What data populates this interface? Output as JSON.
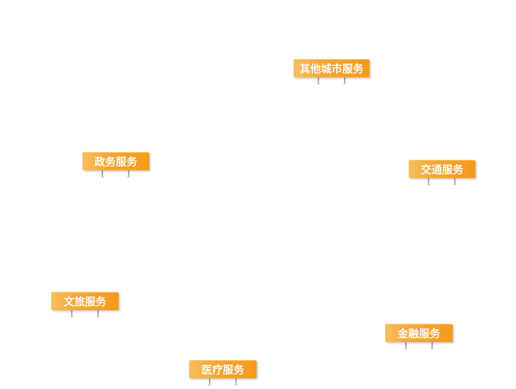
{
  "diagram": {
    "type": "service-category-tags",
    "colors": {
      "tag_light": "#f7be5e",
      "tag_dark": "#f39a1d",
      "label_text": "#ffffff",
      "background": "#ffffff"
    },
    "tags": [
      {
        "id": "other-city",
        "label": "其他城市服务"
      },
      {
        "id": "government",
        "label": "政务服务"
      },
      {
        "id": "transport",
        "label": "交通服务"
      },
      {
        "id": "culture-tourism",
        "label": "文旅服务"
      },
      {
        "id": "finance",
        "label": "金融服务"
      },
      {
        "id": "medical",
        "label": "医疗服务"
      }
    ]
  }
}
